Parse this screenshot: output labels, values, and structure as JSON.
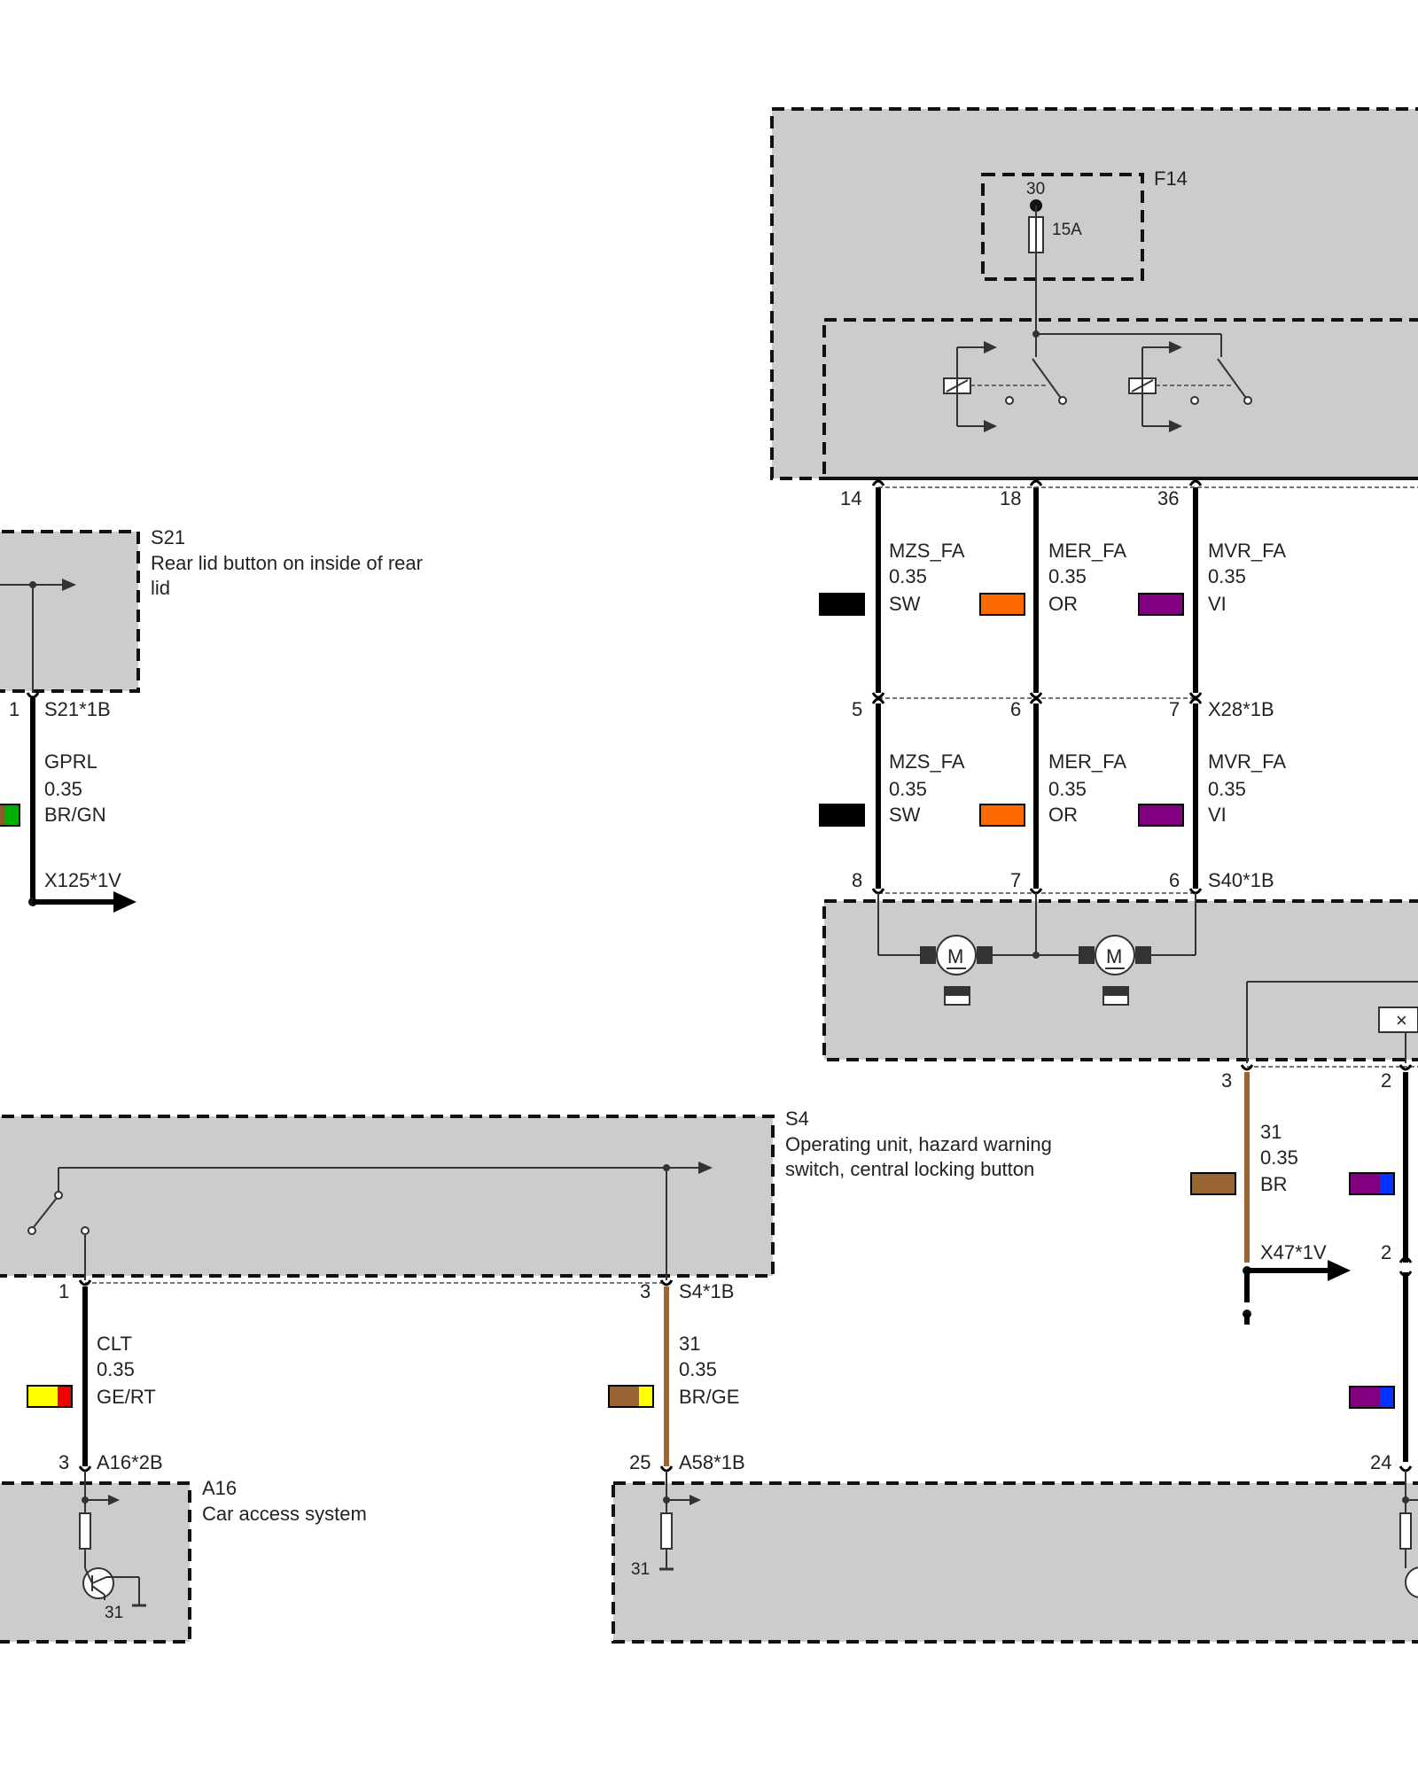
{
  "components": {
    "f14": {
      "name": "F14",
      "pin": "30",
      "rating": "15A"
    },
    "s21": {
      "name": "S21",
      "desc_line1": "Rear lid button on inside of rear",
      "desc_line2": "lid"
    },
    "s4": {
      "name": "S4",
      "desc_line1": "Operating unit, hazard warning",
      "desc_line2": "switch, central locking button"
    },
    "a16": {
      "name": "A16",
      "desc": "Car access system"
    }
  },
  "connectors": {
    "top_pins": [
      "14",
      "18",
      "36"
    ],
    "x28": {
      "name": "X28*1B",
      "pins": [
        "5",
        "6",
        "7"
      ]
    },
    "s40": {
      "name": "S40*1B",
      "pins": [
        "8",
        "7",
        "6"
      ]
    },
    "s21_conn": {
      "name": "S21*1B",
      "pin": "1"
    },
    "x125": {
      "name": "X125*1V"
    },
    "s4_conn": {
      "name": "S4*1B",
      "pin_left": "1",
      "pin_right": "3"
    },
    "a16_conn": {
      "name": "A16*2B",
      "pin": "3"
    },
    "a58_conn": {
      "name": "A58*1B",
      "pin": "25"
    },
    "motor_pins": {
      "left": "3",
      "right": "2"
    },
    "x47": {
      "name": "X47*1V",
      "pin_right": "2"
    },
    "bottom_right_pin": "24",
    "ground_a58": "31",
    "ground_a16": "31"
  },
  "wires": {
    "upper": [
      {
        "signal": "MZS_FA",
        "size": "0.35",
        "color_code": "SW",
        "colors": [
          "#000000"
        ]
      },
      {
        "signal": "MER_FA",
        "size": "0.35",
        "color_code": "OR",
        "colors": [
          "#ff6a00"
        ]
      },
      {
        "signal": "MVR_FA",
        "size": "0.35",
        "color_code": "VI",
        "colors": [
          "#800080"
        ]
      }
    ],
    "lower": [
      {
        "signal": "MZS_FA",
        "size": "0.35",
        "color_code": "SW",
        "colors": [
          "#000000"
        ]
      },
      {
        "signal": "MER_FA",
        "size": "0.35",
        "color_code": "OR",
        "colors": [
          "#ff6a00"
        ]
      },
      {
        "signal": "MVR_FA",
        "size": "0.35",
        "color_code": "VI",
        "colors": [
          "#800080"
        ]
      }
    ],
    "gprl": {
      "signal": "GPRL",
      "size": "0.35",
      "color_code": "BR/GN",
      "colors": [
        "#8b5a2b",
        "#00b000"
      ]
    },
    "clt": {
      "signal": "CLT",
      "size": "0.35",
      "color_code": "GE/RT",
      "colors": [
        "#ffff00",
        "#ee0000"
      ]
    },
    "w31_brge": {
      "signal": "31",
      "size": "0.35",
      "color_code": "BR/GE",
      "colors": [
        "#996633",
        "#ffff00"
      ]
    },
    "w31_br": {
      "signal": "31",
      "size": "0.35",
      "color_code": "BR",
      "colors": [
        "#996633"
      ]
    },
    "right_swatch_colors": [
      "#800080",
      "#0033ff"
    ]
  }
}
